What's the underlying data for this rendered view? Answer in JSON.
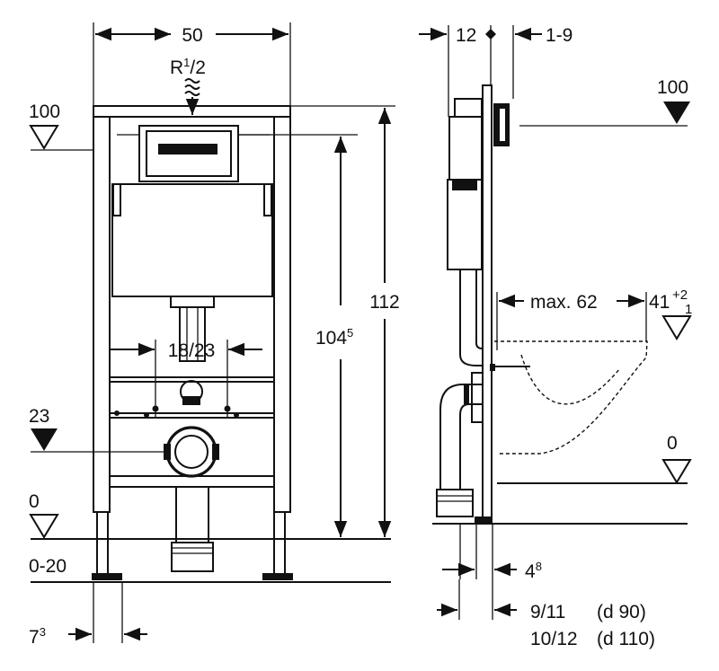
{
  "labels": {
    "width_top": "50",
    "thread": "R",
    "thread_sup": "1",
    "thread_rest": "/2",
    "ref_100_left": "100",
    "ref_23": "23",
    "ref_0_left": "0",
    "range_0_20": "0-20",
    "dim_112": "112",
    "dim_104": "104",
    "dim_104_sup": "5",
    "dim_18_23": "18/23",
    "dim_7": "7",
    "dim_7_sup": "3",
    "dim_12": "12",
    "dim_1_9": "1-9",
    "ref_100_right": "100",
    "max_62": "max. 62",
    "dim_41": "41",
    "dim_41_plus": "+2",
    "dim_41_minus": "1",
    "ref_0_right": "0",
    "dim_4": "4",
    "dim_4_sup": "8",
    "dim_9_11": "9/11",
    "dim_d90": "(d 90)",
    "dim_10_12": "10/12",
    "dim_d110": "(d 110)"
  },
  "colors": {
    "ink": "#111111",
    "paper": "#ffffff",
    "gray": "#d8d8d8"
  }
}
